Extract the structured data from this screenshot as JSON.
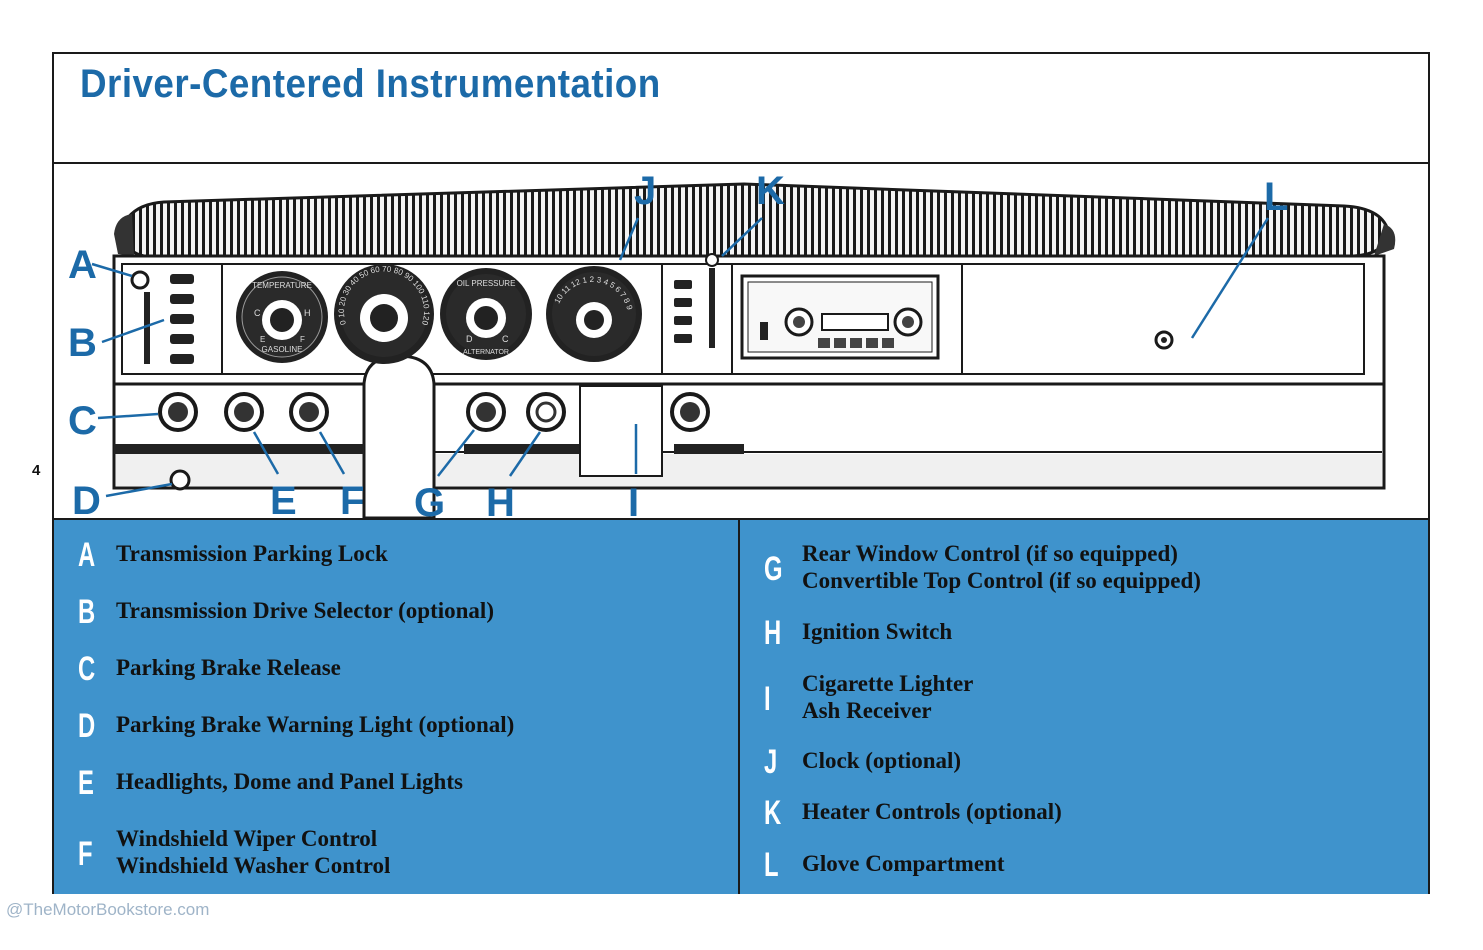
{
  "title": "Driver-Centered Instrumentation",
  "page_number": "4",
  "watermark": "@TheMotorBookstore.com",
  "colors": {
    "accent": "#1c6aa8",
    "legend_background": "#3f93cc",
    "legend_letter": "#ffffff"
  },
  "callouts": [
    "A",
    "B",
    "C",
    "D",
    "E",
    "F",
    "G",
    "H",
    "I",
    "J",
    "K",
    "L"
  ],
  "gauges": {
    "temperature": {
      "label": "TEMPERATURE",
      "low": "C",
      "high": "H",
      "bottom": "GASOLINE",
      "bottom_low": "E",
      "bottom_high": "F"
    },
    "speedometer": {
      "scale": "0 10 20 30 40 50 60 70 80 90 100 110 120"
    },
    "oil": {
      "label": "OIL PRESSURE",
      "low": "D",
      "high": "C",
      "bottom": "ALTERNATOR"
    },
    "clock": {
      "numbers": "10 11 12 1 2 3 4 5 6 7 8 9"
    }
  },
  "legend": {
    "left": [
      {
        "letter": "A",
        "lines": [
          "Transmission Parking Lock"
        ]
      },
      {
        "letter": "B",
        "lines": [
          "Transmission Drive Selector (optional)"
        ]
      },
      {
        "letter": "C",
        "lines": [
          "Parking Brake Release"
        ]
      },
      {
        "letter": "D",
        "lines": [
          "Parking Brake Warning Light (optional)"
        ]
      },
      {
        "letter": "E",
        "lines": [
          "Headlights, Dome and Panel Lights"
        ]
      },
      {
        "letter": "F",
        "lines": [
          "Windshield Wiper Control",
          "Windshield Washer Control"
        ]
      }
    ],
    "right": [
      {
        "letter": "G",
        "lines": [
          "Rear Window Control (if so equipped)",
          "Convertible Top Control (if so equipped)"
        ]
      },
      {
        "letter": "H",
        "lines": [
          "Ignition Switch"
        ]
      },
      {
        "letter": "I",
        "lines": [
          "Cigarette Lighter",
          "Ash Receiver"
        ]
      },
      {
        "letter": "J",
        "lines": [
          "Clock (optional)"
        ]
      },
      {
        "letter": "K",
        "lines": [
          "Heater Controls (optional)"
        ]
      },
      {
        "letter": "L",
        "lines": [
          "Glove Compartment"
        ]
      }
    ]
  }
}
